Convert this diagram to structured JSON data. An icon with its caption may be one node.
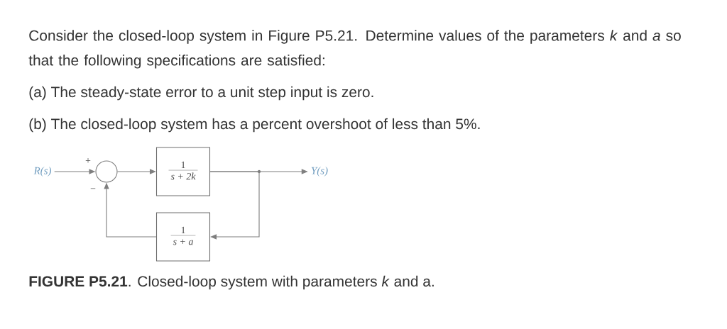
{
  "diagram": {
    "caption": "**FIGURE P5.21**. Closed-loop system with parameters *k* and a.",
    "nodes": [
      {
        "text": [
          "R(s)"
        ]
      },
      {
        "text": [],
        "shape": "circle",
        "beside": [
          "+",
          "−"
        ]
      },
      {
        "text": [
          "1",
          "s + 2k"
        ]
      },
      {
        "text": [
          "Y(s)"
        ]
      },
      {
        "text": [
          "1",
          "s + a"
        ]
      }
    ],
    "edges": [
      {
        "from": 0,
        "to": 1,
        "arrow": "to"
      },
      {
        "from": 1,
        "to": 2,
        "arrow": "to"
      },
      {
        "from": 2,
        "to": 3,
        "arrow": "to"
      },
      {
        "from": 2,
        "to": 4,
        "arrow": "to"
      },
      {
        "from": 4,
        "to": 1,
        "arrow": "to"
      }
    ],
    "labels": [
      "Consider the closed-loop system in Figure P5.21. Determine values of the parameters *k* and *a* so that the following specifications are satisfied:",
      "(a) The steady-state error to a unit step input is zero.",
      "(b) The closed-loop system has a percent overshoot of less than 5%."
    ]
  }
}
